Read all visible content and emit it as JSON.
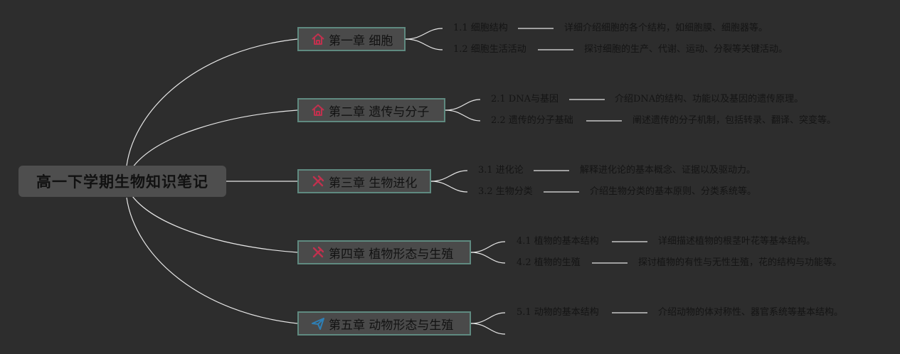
{
  "root": {
    "title": "高一下学期生物知识笔记"
  },
  "chapters": [
    {
      "title": "第一章 细胞",
      "icon": "house-icon",
      "topics": [
        {
          "title": "1.1 细胞结构",
          "desc": "详细介绍细胞的各个结构，如细胞膜、细胞器等。"
        },
        {
          "title": "1.2 细胞生活活动",
          "desc": "探讨细胞的生产、代谢、运动、分裂等关键活动。"
        }
      ]
    },
    {
      "title": "第二章 遗传与分子",
      "icon": "house-icon",
      "topics": [
        {
          "title": "2.1 DNA与基因",
          "desc": "介绍DNA的结构、功能以及基因的遗传原理。"
        },
        {
          "title": "2.2 遗传的分子基础",
          "desc": "阐述遗传的分子机制，包括转录、翻译、突变等。"
        }
      ]
    },
    {
      "title": "第三章 生物进化",
      "icon": "tools-icon",
      "topics": [
        {
          "title": "3.1 进化论",
          "desc": "解释进化论的基本概念、证据以及驱动力。"
        },
        {
          "title": "3.2 生物分类",
          "desc": "介绍生物分类的基本原则、分类系统等。"
        }
      ]
    },
    {
      "title": "第四章 植物形态与生殖",
      "icon": "tools-icon",
      "topics": [
        {
          "title": "4.1 植物的基本结构",
          "desc": "详细描述植物的根茎叶花等基本结构。"
        },
        {
          "title": "4.2 植物的生殖",
          "desc": "探讨植物的有性与无性生殖，花的结构与功能等。"
        }
      ]
    },
    {
      "title": "第五章 动物形态与生殖",
      "icon": "paper-plane-icon",
      "topics": [
        {
          "title": "5.1 动物的基本结构",
          "desc": "介绍动物的体对称性、器官系统等基本结构。"
        }
      ]
    }
  ],
  "colors": {
    "background": "#2d2d2d",
    "node_fill": "#4a4a4a",
    "node_border": "#5f8a80",
    "line": "#e6e6e6",
    "icon_red": "#c0314e",
    "icon_blue": "#2e7fb5"
  }
}
